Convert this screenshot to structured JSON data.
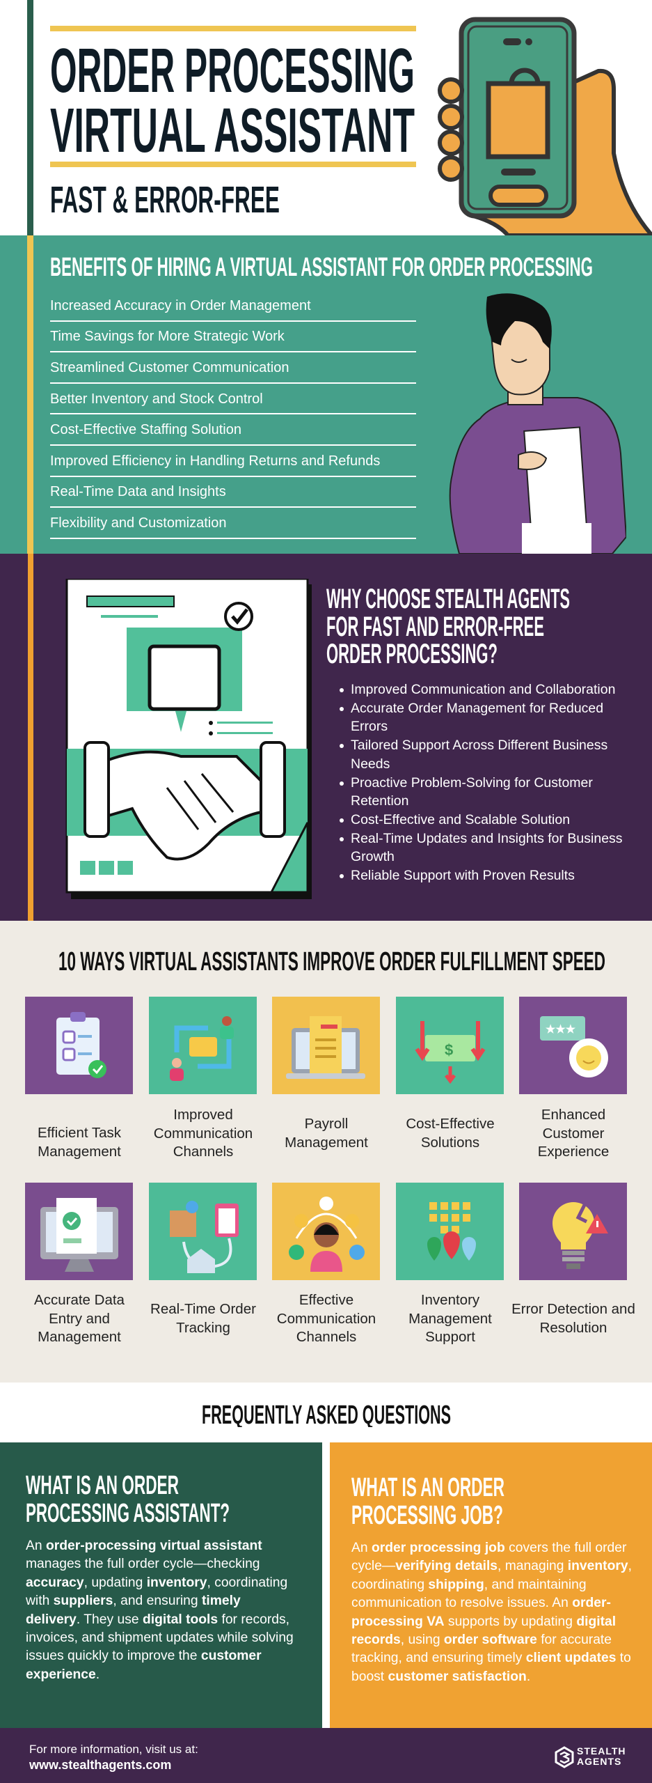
{
  "header": {
    "title_line1": "ORDER PROCESSING",
    "title_line2": "VIRTUAL ASSISTANT",
    "subtitle": "FAST & ERROR-FREE"
  },
  "benefits": {
    "title": "BENEFITS OF HIRING A VIRTUAL ASSISTANT FOR ORDER PROCESSING",
    "items": [
      "Increased Accuracy in Order Management",
      "Time Savings for More Strategic Work",
      "Streamlined Customer Communication",
      "Better Inventory and Stock Control",
      "Cost-Effective Staffing Solution",
      "Improved Efficiency in Handling Returns and Refunds",
      "Real-Time Data and Insights",
      "Flexibility and Customization"
    ]
  },
  "why": {
    "title_line1": "WHY CHOOSE STEALTH AGENTS",
    "title_line2": "FOR FAST AND ERROR-FREE",
    "title_line3": "ORDER PROCESSING?",
    "items": [
      "Improved Communication and Collaboration",
      "Accurate Order Management for Reduced Errors",
      "Tailored Support Across Different Business Needs",
      "Proactive Problem-Solving for Customer Retention",
      "Cost-Effective and Scalable Solution",
      "Real-Time Updates and Insights for Business Growth",
      "Reliable Support with Proven Results"
    ]
  },
  "ways": {
    "title": "10 WAYS VIRTUAL ASSISTANTS IMPROVE ORDER FULFILLMENT SPEED",
    "items": [
      {
        "label": "Efficient Task Management",
        "icon": "clipboard-checklist",
        "color": "#7a4d8e"
      },
      {
        "label": "Improved Communication Channels",
        "icon": "people-exchange",
        "color": "#4dbb97"
      },
      {
        "label": "Payroll Management",
        "icon": "laptop-invoice",
        "color": "#f2c04e"
      },
      {
        "label": "Cost-Effective Solutions",
        "icon": "money-down-arrows",
        "color": "#4dbb97"
      },
      {
        "label": "Enhanced Customer Experience",
        "icon": "rating-smiley",
        "color": "#7a4d8e"
      },
      {
        "label": "Accurate Data Entry and Management",
        "icon": "monitor-check",
        "color": "#7a4d8e"
      },
      {
        "label": "Real-Time Order Tracking",
        "icon": "package-tracking",
        "color": "#4dbb97"
      },
      {
        "label": "Effective Communication Channels",
        "icon": "support-agent",
        "color": "#f2c04e"
      },
      {
        "label": "Inventory Management Support",
        "icon": "inventory-pins",
        "color": "#4dbb97"
      },
      {
        "label": "Error Detection and Resolution",
        "icon": "broken-bulb-warning",
        "color": "#7a4d8e"
      }
    ]
  },
  "faq": {
    "title": "FREQUENTLY ASKED QUESTIONS",
    "items": [
      {
        "q_line1": "WHAT IS AN ORDER",
        "q_line2": "PROCESSING ASSISTANT?",
        "color": "#275a4a",
        "body": [
          {
            "t": "An ",
            "b": false
          },
          {
            "t": "order-processing virtual assistant",
            "b": true
          },
          {
            "t": " manages the full order cycle—checking ",
            "b": false
          },
          {
            "t": "accuracy",
            "b": true
          },
          {
            "t": ", updating ",
            "b": false
          },
          {
            "t": "inventory",
            "b": true
          },
          {
            "t": ", coordinating with ",
            "b": false
          },
          {
            "t": "suppliers",
            "b": true
          },
          {
            "t": ", and ensuring ",
            "b": false
          },
          {
            "t": "timely delivery",
            "b": true
          },
          {
            "t": ". They use ",
            "b": false
          },
          {
            "t": "digital tools",
            "b": true
          },
          {
            "t": " for records, invoices, and shipment updates while solving issues quickly to improve the ",
            "b": false
          },
          {
            "t": "customer experience",
            "b": true
          },
          {
            "t": ".",
            "b": false
          }
        ]
      },
      {
        "q_line1": "WHAT IS AN ORDER",
        "q_line2": "PROCESSING JOB?",
        "color": "#f0a232",
        "body": [
          {
            "t": "An ",
            "b": false
          },
          {
            "t": "order processing job",
            "b": true
          },
          {
            "t": " covers the full order cycle—",
            "b": false
          },
          {
            "t": "verifying details",
            "b": true
          },
          {
            "t": ", managing ",
            "b": false
          },
          {
            "t": "inventory",
            "b": true
          },
          {
            "t": ", coordinating ",
            "b": false
          },
          {
            "t": "shipping",
            "b": true
          },
          {
            "t": ", and maintaining communication to resolve issues. An ",
            "b": false
          },
          {
            "t": "order-processing VA",
            "b": true
          },
          {
            "t": " supports by updating ",
            "b": false
          },
          {
            "t": "digital records",
            "b": true
          },
          {
            "t": ", using ",
            "b": false
          },
          {
            "t": "order software",
            "b": true
          },
          {
            "t": " for accurate tracking, and ensuring timely ",
            "b": false
          },
          {
            "t": "client updates",
            "b": true
          },
          {
            "t": " to boost ",
            "b": false
          },
          {
            "t": "customer satisfaction",
            "b": true
          },
          {
            "t": ".",
            "b": false
          }
        ]
      }
    ]
  },
  "footer": {
    "info": "For more information, visit us at:",
    "url": "www.stealthagents.com",
    "logo_line1": "STEALTH",
    "logo_line2": "AGENTS"
  },
  "colors": {
    "dark_text": "#0f1c26",
    "accent_yellow": "#efc552",
    "teal": "#45a08a",
    "purple": "#40264c",
    "orange": "#f0a030",
    "dark_green": "#275a4a"
  }
}
